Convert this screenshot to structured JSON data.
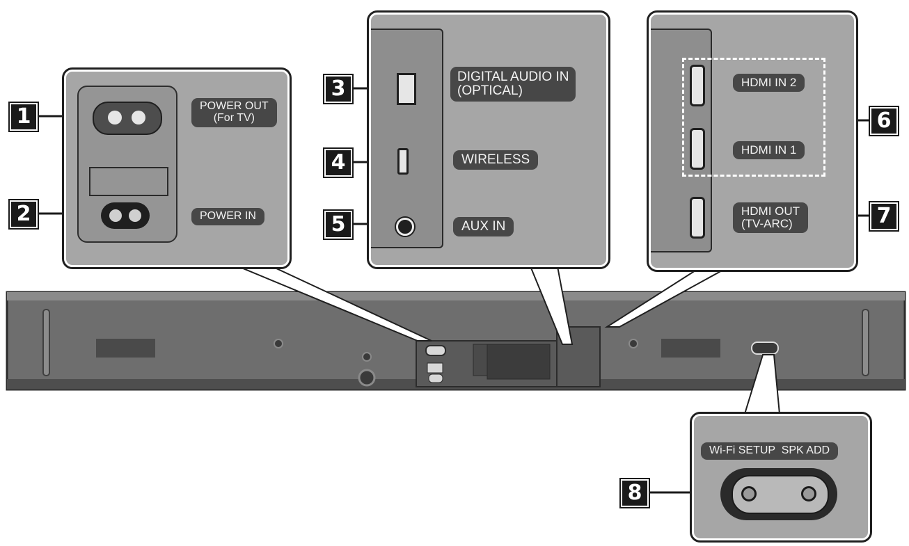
{
  "callouts": [
    {
      "number": "1",
      "label": "POWER OUT\n(For TV)"
    },
    {
      "number": "2",
      "label": "POWER IN"
    },
    {
      "number": "3",
      "label": "DIGITAL AUDIO IN\n(OPTICAL)"
    },
    {
      "number": "4",
      "label": "WIRELESS"
    },
    {
      "number": "5",
      "label": "AUX IN"
    },
    {
      "number": "6",
      "labels": [
        "HDMI IN 2",
        "HDMI IN 1"
      ]
    },
    {
      "number": "7",
      "label": "HDMI OUT\n(TV-ARC)"
    },
    {
      "number": "8",
      "label": "Wi-Fi SETUP  SPK ADD"
    }
  ],
  "icons": [
    "power-outlet-icon",
    "power-inlet-icon",
    "optical-port-icon",
    "micro-usb-port-icon",
    "aux-jack-icon",
    "hdmi-port-icon",
    "button-pair-icon"
  ],
  "colors": {
    "panel": "#a6a6a6",
    "label_bg": "#474747",
    "badge": "#1a1a1a",
    "bar": "#6e6e6e"
  }
}
